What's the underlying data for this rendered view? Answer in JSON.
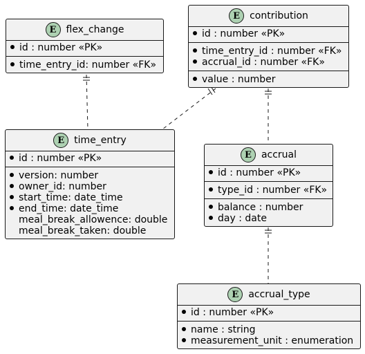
{
  "diagram": {
    "entities": [
      {
        "id": "flex_change",
        "name": "flex_change",
        "badge": "E",
        "groups": [
          [
            {
              "text": "id : number «PK»",
              "bullet": true
            }
          ],
          [
            {
              "text": "time_entry_id: number «FK»",
              "bullet": true
            }
          ]
        ]
      },
      {
        "id": "contribution",
        "name": "contribution",
        "badge": "E",
        "groups": [
          [
            {
              "text": "id : number «PK»",
              "bullet": true
            }
          ],
          [
            {
              "text": "time_entry_id : number «FK»",
              "bullet": true
            },
            {
              "text": "accrual_id : number «FK»",
              "bullet": true
            }
          ],
          [
            {
              "text": "value : number",
              "bullet": true
            }
          ]
        ]
      },
      {
        "id": "time_entry",
        "name": "time_entry",
        "badge": "E",
        "groups": [
          [
            {
              "text": "id : number «PK»",
              "bullet": true
            }
          ],
          [
            {
              "text": "version: number",
              "bullet": true
            },
            {
              "text": "owner_id: number",
              "bullet": true
            },
            {
              "text": "start_time: date_time",
              "bullet": true
            },
            {
              "text": "end_time: date_time",
              "bullet": true
            },
            {
              "text": "meal_break_allowence: double",
              "bullet": false
            },
            {
              "text": "meal_break_taken: double",
              "bullet": false
            }
          ]
        ]
      },
      {
        "id": "accrual",
        "name": "accrual",
        "badge": "E",
        "groups": [
          [
            {
              "text": "id : number «PK»",
              "bullet": true
            }
          ],
          [
            {
              "text": "type_id : number «FK»",
              "bullet": true
            }
          ],
          [
            {
              "text": "balance : number",
              "bullet": true
            },
            {
              "text": "day : date",
              "bullet": true
            }
          ]
        ]
      },
      {
        "id": "accrual_type",
        "name": "accrual_type",
        "badge": "E",
        "groups": [
          [
            {
              "text": "id : number «PK»",
              "bullet": true
            }
          ],
          [
            {
              "text": "name : string",
              "bullet": true
            },
            {
              "text": "measurement_unit : enumeration",
              "bullet": true
            }
          ]
        ]
      }
    ],
    "relations": [
      {
        "from": "flex_change",
        "to": "time_entry",
        "from_marker": "one-mandatory",
        "to_marker": "none"
      },
      {
        "from": "contribution",
        "to": "time_entry",
        "from_marker": "one-mandatory",
        "to_marker": "none"
      },
      {
        "from": "contribution",
        "to": "accrual",
        "from_marker": "one-mandatory",
        "to_marker": "none"
      },
      {
        "from": "accrual",
        "to": "accrual_type",
        "from_marker": "one-mandatory",
        "to_marker": "none"
      }
    ],
    "colors": {
      "entity_fill": "#F1F1F1",
      "badge_fill": "#ADD1B2",
      "stroke": "#181818"
    }
  }
}
